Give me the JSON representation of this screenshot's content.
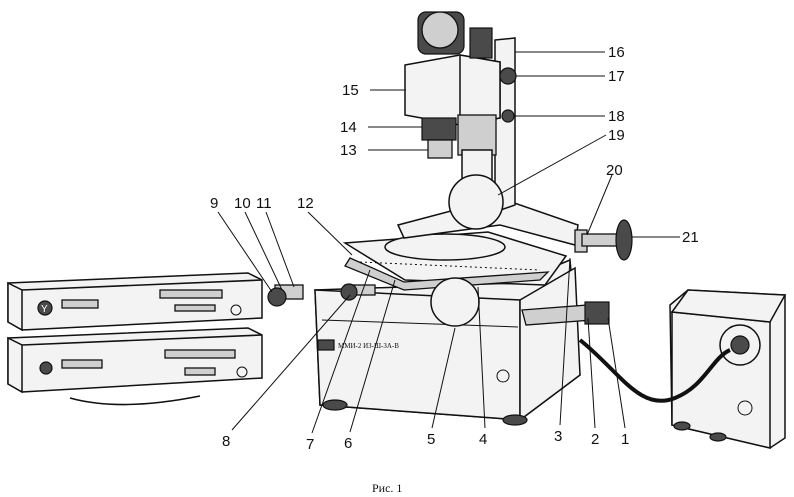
{
  "figure": {
    "caption": "Рис. 1",
    "nameplate_text": "ММИ-2 ИЗ-Ш-ЗА-В",
    "callouts": [
      {
        "id": "c1",
        "label": "1"
      },
      {
        "id": "c2",
        "label": "2"
      },
      {
        "id": "c3",
        "label": "3"
      },
      {
        "id": "c4",
        "label": "4"
      },
      {
        "id": "c5",
        "label": "5"
      },
      {
        "id": "c6",
        "label": "6"
      },
      {
        "id": "c7",
        "label": "7"
      },
      {
        "id": "c8",
        "label": "8"
      },
      {
        "id": "c9",
        "label": "9"
      },
      {
        "id": "c10",
        "label": "10"
      },
      {
        "id": "c11",
        "label": "11"
      },
      {
        "id": "c12",
        "label": "12"
      },
      {
        "id": "c13",
        "label": "13"
      },
      {
        "id": "c14",
        "label": "14"
      },
      {
        "id": "c15",
        "label": "15"
      },
      {
        "id": "c16",
        "label": "16"
      },
      {
        "id": "c17",
        "label": "17"
      },
      {
        "id": "c18",
        "label": "18"
      },
      {
        "id": "c19",
        "label": "19"
      },
      {
        "id": "c20",
        "label": "20"
      },
      {
        "id": "c21",
        "label": "21"
      }
    ]
  }
}
